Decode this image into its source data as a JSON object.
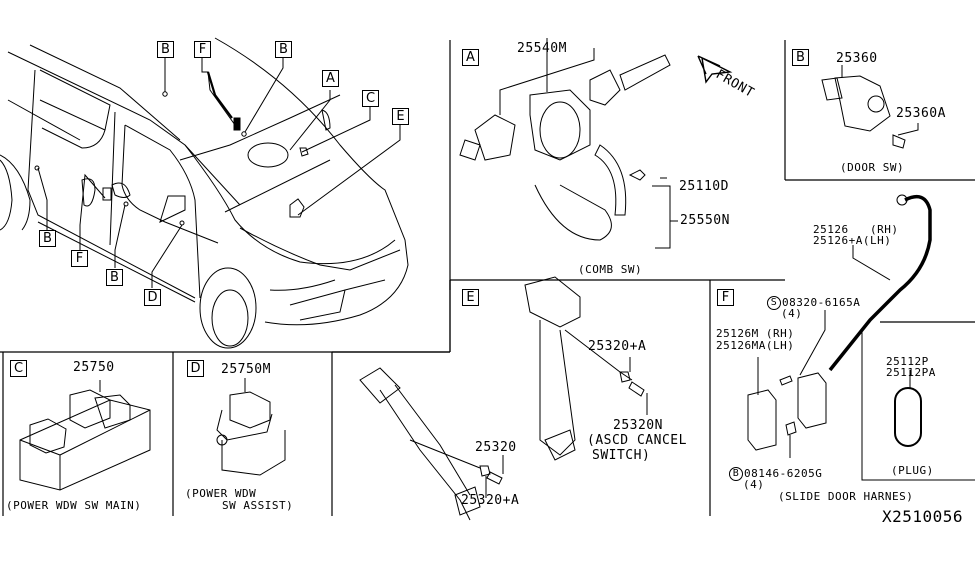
{
  "diagram": {
    "diagram_id": "X2510056",
    "front_arrow_label": "FRONT",
    "vehicle_callouts": [
      "B",
      "F",
      "B",
      "A",
      "C",
      "E",
      "B",
      "F",
      "B",
      "D"
    ],
    "sections": {
      "A": {
        "letter": "A",
        "caption": "(COMB SW)",
        "parts": [
          "25540M",
          "25110D",
          "25550N"
        ]
      },
      "B": {
        "letter": "B",
        "caption": "(DOOR SW)",
        "parts": [
          "25360",
          "25360A"
        ]
      },
      "harness": {
        "part_rh": "25126   (RH)",
        "part_lh": "25126+A(LH)"
      },
      "C": {
        "letter": "C",
        "caption": "(POWER WDW SW MAIN)",
        "parts": [
          "25750"
        ]
      },
      "D": {
        "letter": "D",
        "caption_line1": "(POWER WDW",
        "caption_line2": "SW ASSIST)",
        "parts": [
          "25750M"
        ]
      },
      "E": {
        "letter": "E",
        "parts": [
          "25320+A",
          "25320N",
          "25320",
          "25320+A"
        ],
        "asc_caption_line1": "(ASCD CANCEL",
        "asc_caption_line2": "SWITCH)"
      },
      "F": {
        "letter": "F",
        "screw_symbol": "S",
        "screw_part": "08320-6165A",
        "screw_qty": "(4)",
        "connector_rh": "25126M (RH)",
        "connector_lh": "25126MA(LH)",
        "bolt_symbol": "B",
        "bolt_part": "08146-6205G",
        "bolt_qty": "(4)",
        "plug_part_1": "25112P",
        "plug_part_2": "25112PA",
        "plug_caption": "(PLUG)",
        "caption": "(SLIDE DOOR HARNES)"
      }
    }
  }
}
